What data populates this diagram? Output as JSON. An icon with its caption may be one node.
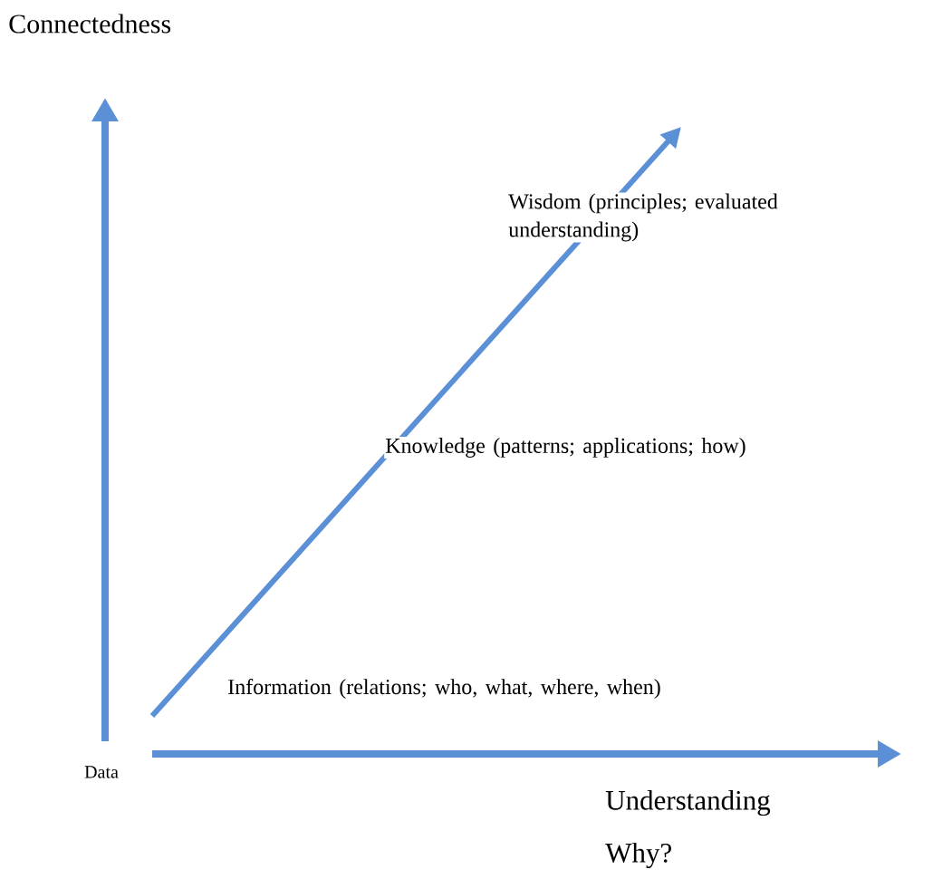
{
  "diagram": {
    "labels": [
      "Connectedness",
      "Wisdom (principles; evaluated understanding)",
      "Knowledge (patterns; applications; how)",
      "Information (relations; who, what, where, when)",
      "Data",
      "Understanding",
      "Why?"
    ]
  }
}
